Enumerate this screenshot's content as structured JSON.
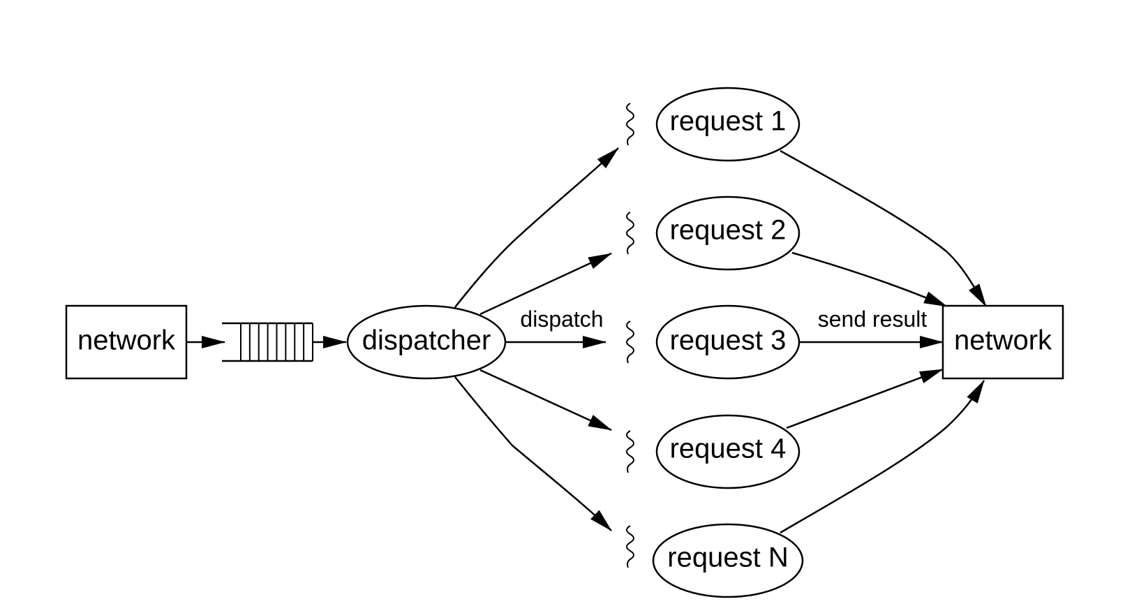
{
  "nodes": {
    "network_in": "network",
    "dispatcher": "dispatcher",
    "request_1": "request 1",
    "request_2": "request 2",
    "request_3": "request 3",
    "request_4": "request 4",
    "request_n": "request N",
    "network_out": "network"
  },
  "edge_labels": {
    "dispatch": "dispatch",
    "send_result": "send result"
  },
  "queue": {
    "slot_count": 9
  },
  "colors": {
    "stroke": "#000000",
    "background": "#ffffff"
  }
}
